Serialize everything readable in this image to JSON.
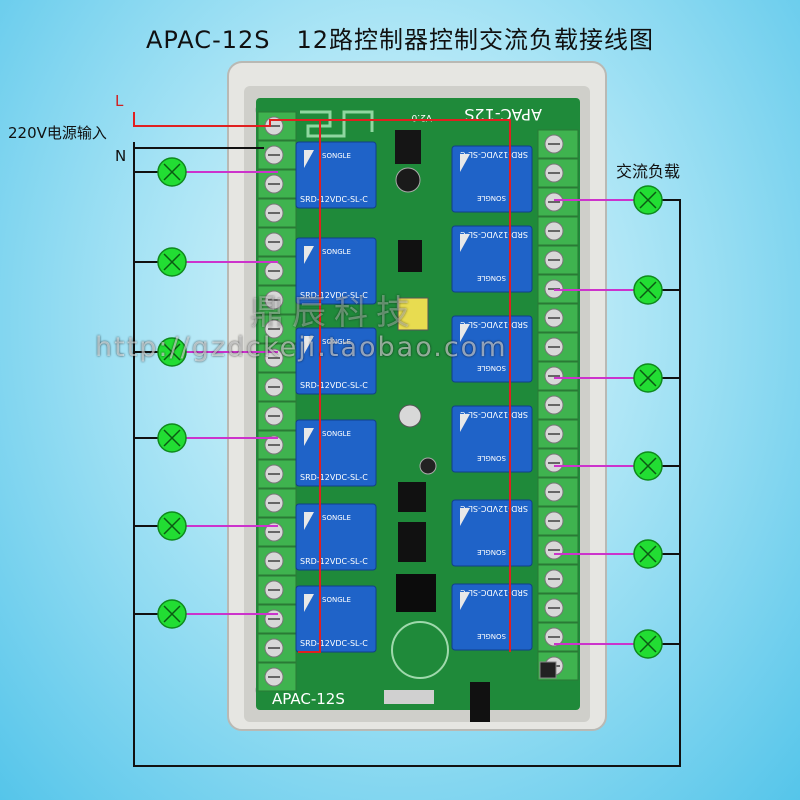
{
  "title": {
    "model": "APAC-12S",
    "text": "12路控制器控制交流负载接线图"
  },
  "labels": {
    "line": "L",
    "neutral": "N",
    "power_input": "220V电源输入",
    "ac_load": "交流负载"
  },
  "board": {
    "top_silkscreen": "APAC-12S",
    "version": "V2.0",
    "bottom_silkscreen": "APAC-12S",
    "relay_brand": "SONGLE",
    "relay_model": "SRD-12VDC-SL-C",
    "relay_count": 12
  },
  "watermark": {
    "url": "http://gzdckeji.taobao.com",
    "shop": "鼎辰科技"
  },
  "colors": {
    "lamp": "#22dd33",
    "wire_live": "#e02020",
    "wire_load": "#cc33cc",
    "wire_neutral": "#111111",
    "pcb": "#1f8a3a",
    "relay": "#1f63c8",
    "terminal": "#3fb34f"
  }
}
